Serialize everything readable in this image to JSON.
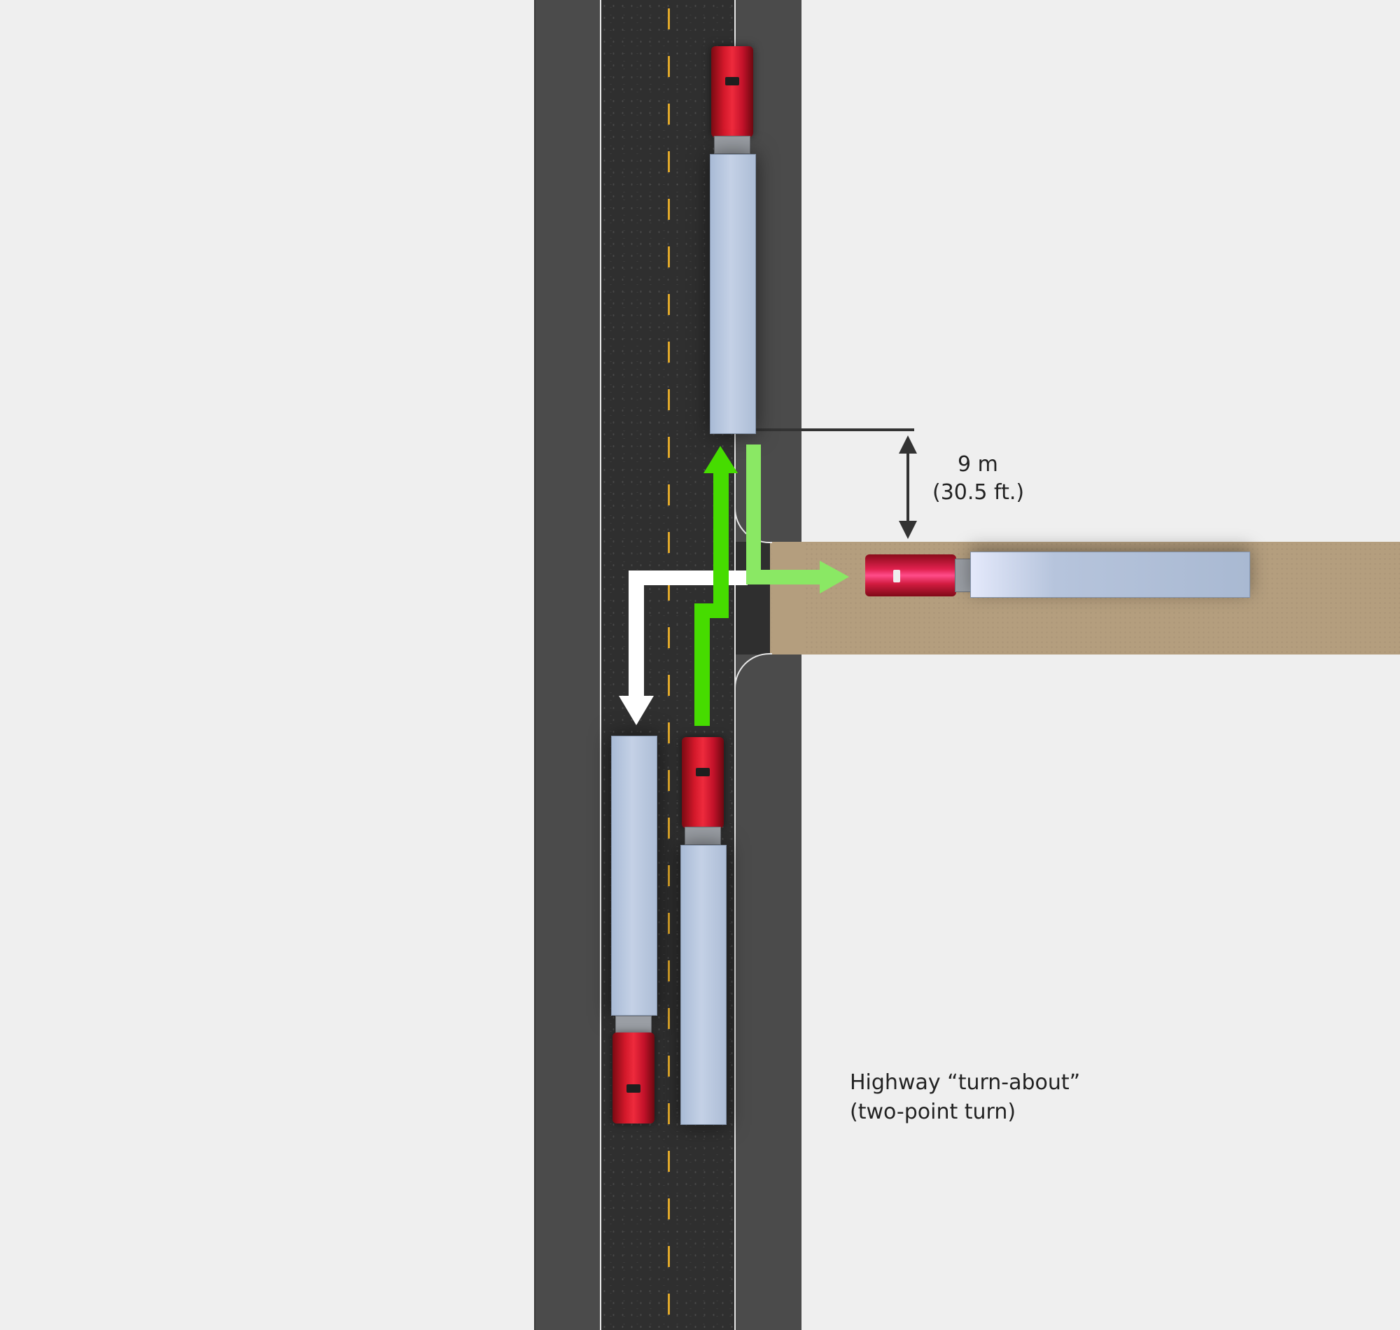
{
  "diagram": {
    "title_line1": "Highway “turn-about”",
    "title_line2": "(two-point turn)"
  },
  "dimension": {
    "metric": "9 m",
    "imperial": "(30.5 ft.)"
  },
  "colors": {
    "background": "#efefef",
    "shoulder": "#4b4b4b",
    "asphalt": "#2f2f2f",
    "center_line": "#e2a92a",
    "dirt_road": "#b49e7e",
    "arrow_green_dark": "#46dc00",
    "arrow_green_light": "#8ae864",
    "arrow_white": "#ffffff",
    "truck_cab": "#d2182a",
    "truck_cab_highlight": "#ff4c8a",
    "trailer": "#b6c4dc",
    "dimension_line": "#333333"
  },
  "elements": {
    "trucks": [
      {
        "id": "truck-top-stopped",
        "direction": "north",
        "position": "right lane, past side road"
      },
      {
        "id": "truck-side-road",
        "direction": "east",
        "position": "backed into side road"
      },
      {
        "id": "truck-bottom-left",
        "direction": "south",
        "position": "left lane, after turn"
      },
      {
        "id": "truck-bottom-right",
        "direction": "north",
        "position": "right lane, approaching"
      }
    ],
    "arrows": [
      {
        "id": "arrow-approach",
        "color": "dark-green",
        "meaning": "drive north past side road"
      },
      {
        "id": "arrow-reverse",
        "color": "light-green",
        "meaning": "back into side road"
      },
      {
        "id": "arrow-exit",
        "color": "white",
        "meaning": "turn left heading south"
      }
    ]
  }
}
